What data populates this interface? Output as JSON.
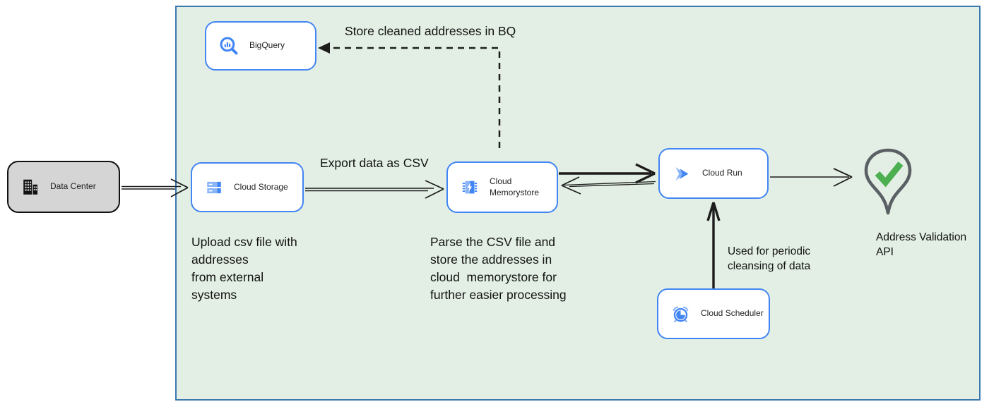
{
  "nodes": {
    "data_center": {
      "label": "Data Center"
    },
    "bigquery": {
      "label": "BigQuery"
    },
    "cloud_storage": {
      "label": "Cloud Storage"
    },
    "cloud_memorystore": {
      "label": "Cloud\nMemorystore"
    },
    "cloud_run": {
      "label": "Cloud Run"
    },
    "cloud_scheduler": {
      "label": "Cloud Scheduler"
    },
    "address_validation": {
      "label": "Address Validation\nAPI"
    }
  },
  "annotations": {
    "store_bq": "Store cleaned addresses in BQ",
    "export_csv": "Export data as CSV",
    "upload": "Upload csv file with\naddresses\nfrom external\nsystems",
    "parse": "Parse the CSV file and\nstore the addresses in\ncloud  memorystore for\nfurther easier processing",
    "periodic": "Used for periodic\ncleansing of data"
  },
  "colors": {
    "container_fill": "#e3efe4",
    "container_border": "#3a78b0",
    "node_border": "#4285f4",
    "icon_blue": "#4285f4",
    "icon_light_blue": "#8ab4f8",
    "datacenter_fill": "#d5d5d5",
    "check_green": "#4caf50",
    "pin_gray": "#5b6064",
    "arrow_black": "#1c1c1c"
  }
}
